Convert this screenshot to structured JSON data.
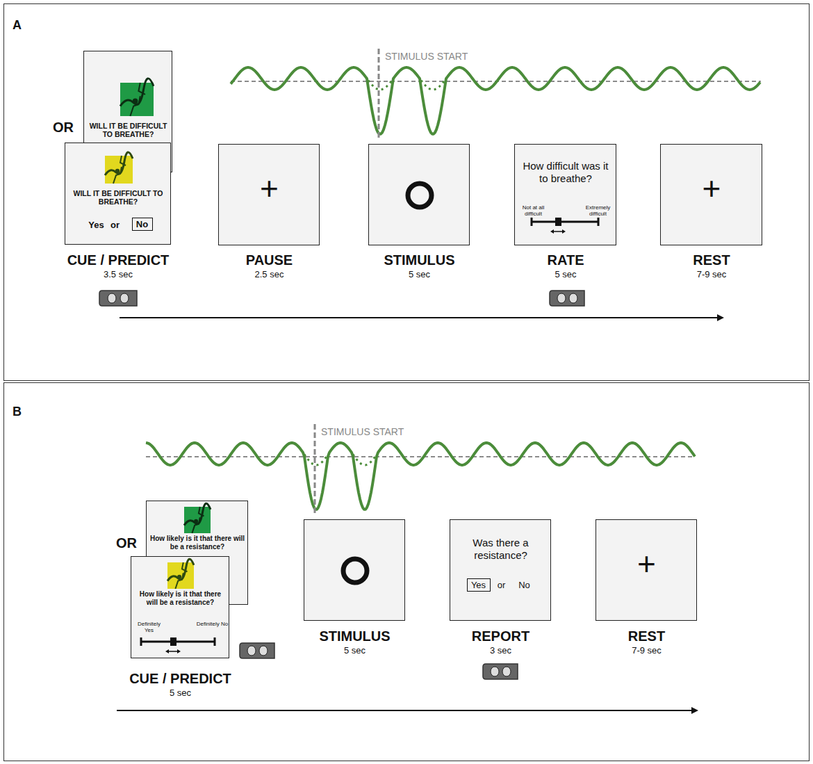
{
  "diagram": {
    "nodes": [
      {
        "text": [
          "A"
        ]
      },
      {
        "text": [
          "WILL IT BE DIFFICULT TO BREATHE?"
        ],
        "in": 0
      },
      {
        "text": [
          "WILL IT BE DIFFICULT TO BREATHE?",
          "Yes",
          "or",
          "No",
          "CUE / PREDICT",
          "3.5 sec"
        ],
        "in": 0
      },
      {
        "text": [
          "+",
          "PAUSE",
          "2.5 sec"
        ],
        "in": 0
      },
      {
        "text": [
          "STIMULUS",
          "5 sec"
        ],
        "in": 0
      },
      {
        "text": [
          "How difficult was it to breathe?",
          "Not at all difficult",
          "Extremely difficult",
          "RATE",
          "5 sec"
        ],
        "in": 0
      },
      {
        "text": [
          "+",
          "REST",
          "7-9 sec"
        ],
        "in": 0
      },
      {
        "text": [
          "B"
        ]
      },
      {
        "text": [
          "How likely is it that there will be a resistance?"
        ],
        "in": 7
      },
      {
        "text": [
          "How likely is it that there will be a resistance?",
          "Definitely Yes",
          "Definitely No",
          "CUE / PREDICT",
          "5 sec"
        ],
        "in": 7
      },
      {
        "text": [
          "STIMULUS",
          "5 sec"
        ],
        "in": 7
      },
      {
        "text": [
          "Was there a resistance?",
          "Yes",
          "or",
          "No",
          "REPORT",
          "3 sec"
        ],
        "in": 7
      },
      {
        "text": [
          "+",
          "REST",
          "7-9 sec"
        ],
        "in": 7
      }
    ],
    "labels": [
      "OR",
      "STIMULUS START",
      "OR",
      "STIMULUS START"
    ]
  }
}
